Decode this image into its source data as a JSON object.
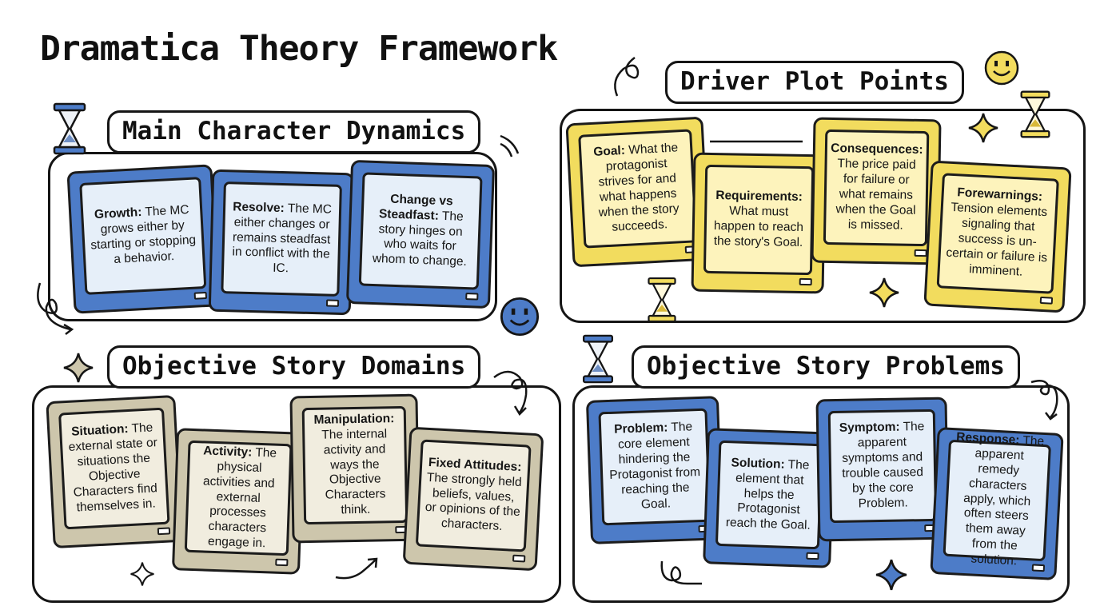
{
  "title": "Dramatica Theory Framework",
  "colors": {
    "blue": "#4d7cc8",
    "blue_screen": "#e6eff9",
    "yellow": "#f2dc5e",
    "yellow_screen": "#fdf3bc",
    "tan": "#cdc6ac",
    "tan_screen": "#f1eddf",
    "outline": "#151515"
  },
  "sections": {
    "main_character": {
      "title": "Main Character Dynamics",
      "cards": [
        {
          "term": "Growth:",
          "text": "The MC grows either by starting or stopping a behavior."
        },
        {
          "term": "Resolve:",
          "text": "The MC either changes or remains steadfast in conflict with the IC."
        },
        {
          "term": "Change vs Steadfast:",
          "text": "The story hinges on who waits for whom to change."
        }
      ]
    },
    "driver_plot": {
      "title": "Driver Plot Points",
      "cards": [
        {
          "term": "Goal:",
          "text": "What the protagonist strives for and what happens when the story succeeds."
        },
        {
          "term": "Requirements:",
          "text": "What must happen to reach the story's Goal."
        },
        {
          "term": "Consequences:",
          "text": "The price paid for failure or what remains when the Goal is missed."
        },
        {
          "term": "Forewarnings:",
          "text": "Tension elements signaling that success is un-certain or failure is imminent."
        }
      ]
    },
    "os_domains": {
      "title": "Objective Story Domains",
      "cards": [
        {
          "term": "Situation:",
          "text": "The external state or situations the Objective Characters find themselves in."
        },
        {
          "term": "Activity:",
          "text": "The physical activities and external processes characters engage in."
        },
        {
          "term": "Manipulation:",
          "text": "The internal activity and ways the Objective Characters think."
        },
        {
          "term": "Fixed Attitudes:",
          "text": "The strongly held beliefs, values, or opinions of the characters."
        }
      ]
    },
    "os_problems": {
      "title": "Objective Story Problems",
      "cards": [
        {
          "term": "Problem:",
          "text": "The core element hindering the Protagonist from reaching the Goal."
        },
        {
          "term": "Solution:",
          "text": "The element that helps the Protagonist reach the Goal."
        },
        {
          "term": "Symptom:",
          "text": "The apparent symptoms and trouble caused by the core Problem."
        },
        {
          "term": "Response:",
          "text": "The apparent remedy characters apply, which often steers them away from the solution."
        }
      ]
    }
  },
  "icons": [
    "hourglass-icon",
    "smiley-icon",
    "sparkle-icon",
    "swirl-arrow-icon",
    "arrow-icon"
  ]
}
